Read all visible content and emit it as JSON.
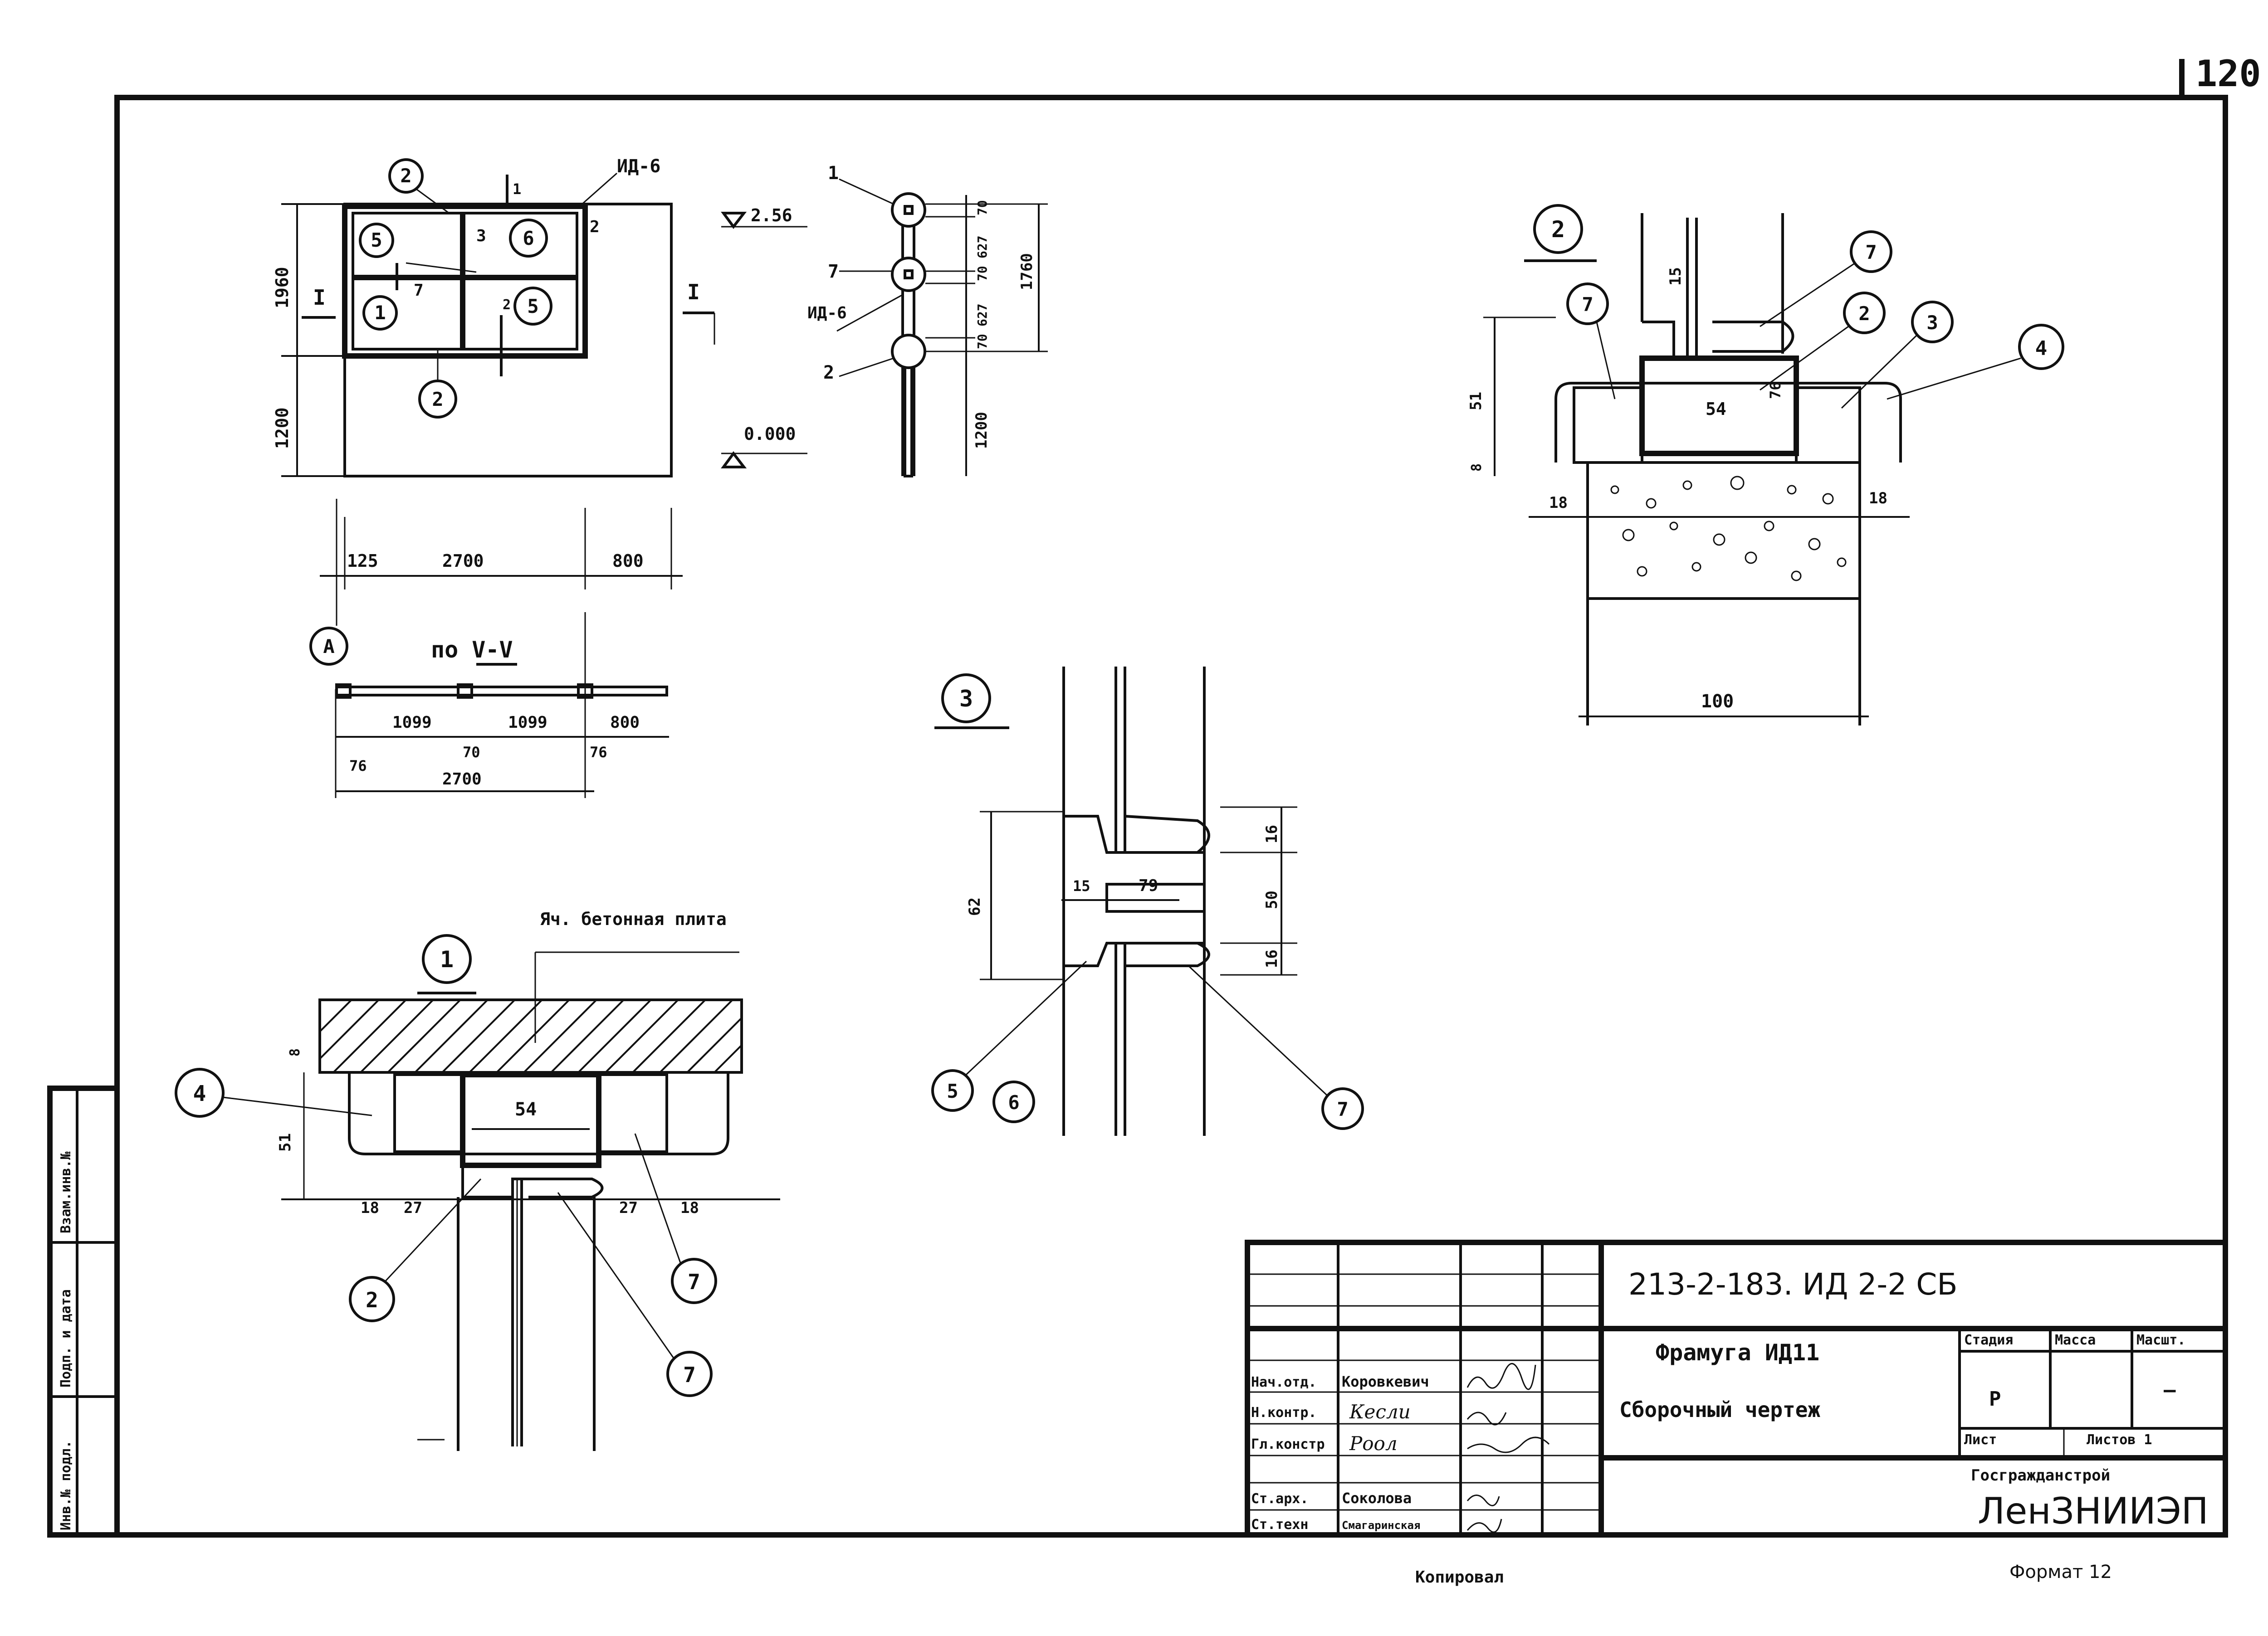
{
  "sheet_number": "120",
  "side_stamp": [
    "Инв.№ подл.",
    "Подп. и дата",
    "Взам.инв.№"
  ],
  "facade": {
    "callouts": [
      "2",
      "2",
      "5",
      "6",
      "1",
      "5",
      "A"
    ],
    "labels": {
      "id6": "ИД-6",
      "section": "I",
      "num1": "1",
      "num2": "2",
      "num3": "3",
      "num7": "7",
      "num2b": "2"
    },
    "dims": {
      "h_top": "1960",
      "h_bottom": "1200",
      "w1": "125",
      "w2": "2700",
      "w3": "800"
    },
    "section_title": "по V-V",
    "plan_dims": {
      "a": "1099",
      "b": "1099",
      "c": "800",
      "d": "76",
      "e": "70",
      "f": "76",
      "total": "2700"
    }
  },
  "side_section": {
    "callouts": [
      "1",
      "7",
      "2"
    ],
    "labels": {
      "id6": "ИД-6"
    },
    "levels": {
      "top": "2.56",
      "bottom": "0.000"
    },
    "dims": {
      "a": "70",
      "b": "627",
      "c": "70",
      "d": "627",
      "e": "70",
      "total": "1760",
      "low": "1200"
    }
  },
  "detail1": {
    "callout": "1",
    "title": "Яч. бетонная плита",
    "parts": [
      "4",
      "2",
      "7",
      "7"
    ],
    "dims": {
      "w": "54",
      "h": "51",
      "gap": "8",
      "a": "18",
      "b": "27",
      "c": "27",
      "d": "18"
    }
  },
  "detail2": {
    "callout": "2",
    "parts": [
      "7",
      "7",
      "2",
      "3",
      "4"
    ],
    "dims": {
      "a": "15",
      "b": "54",
      "c": "76",
      "h": "51",
      "gap": "8",
      "l": "18",
      "r": "18",
      "base": "100"
    }
  },
  "detail3": {
    "callout": "3",
    "parts": [
      "5",
      "6",
      "7"
    ],
    "dims": {
      "a": "16",
      "b": "50",
      "c": "16",
      "d": "62",
      "e": "15",
      "f": "79"
    }
  },
  "title_block": {
    "code": "213-2-183. ИД 2-2 СБ",
    "name": "Фрамуга ИД11",
    "subtitle": "Сборочный чертеж",
    "roles": [
      "Нач.отд.",
      "Н.контр.",
      "Гл.констр",
      "",
      "Ст.арх.",
      "Ст.техн"
    ],
    "names": [
      "Коровкевич",
      "Кесли",
      "Роол",
      "",
      "Соколова",
      "Смагаринская"
    ],
    "stage_label": "Стадия",
    "mass_label": "Масса",
    "scale_label": "Масшт.",
    "stage": "Р",
    "scale": "—",
    "sheet_label": "Лист",
    "sheets_label": "Листов 1",
    "org_top": "Госгражданстрой",
    "org": "ЛенЗНИИЭП"
  },
  "footer": {
    "copied": "Копировал",
    "format": "Формат 12"
  }
}
